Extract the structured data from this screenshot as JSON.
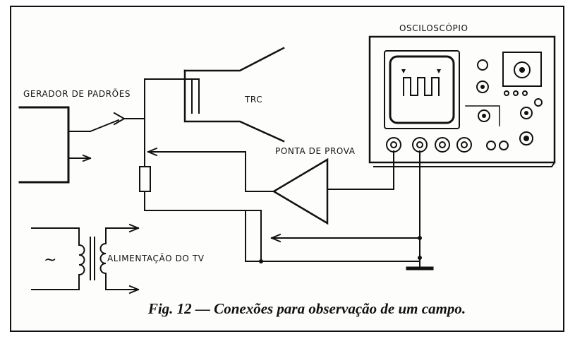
{
  "labels": {
    "oscilloscope": "OSCILOSCÓPIO",
    "pattern_generator": "GERADOR DE PADRÕES",
    "crt": "TRC",
    "probe": "PONTA DE PROVA",
    "tv_power": "ALIMENTAÇÃO DO TV",
    "ac_symbol": "~"
  },
  "caption": "Fig. 12 — Conexões para observação de um campo.",
  "colors": {
    "ink": "#111111",
    "paper": "#fdfdfb"
  }
}
